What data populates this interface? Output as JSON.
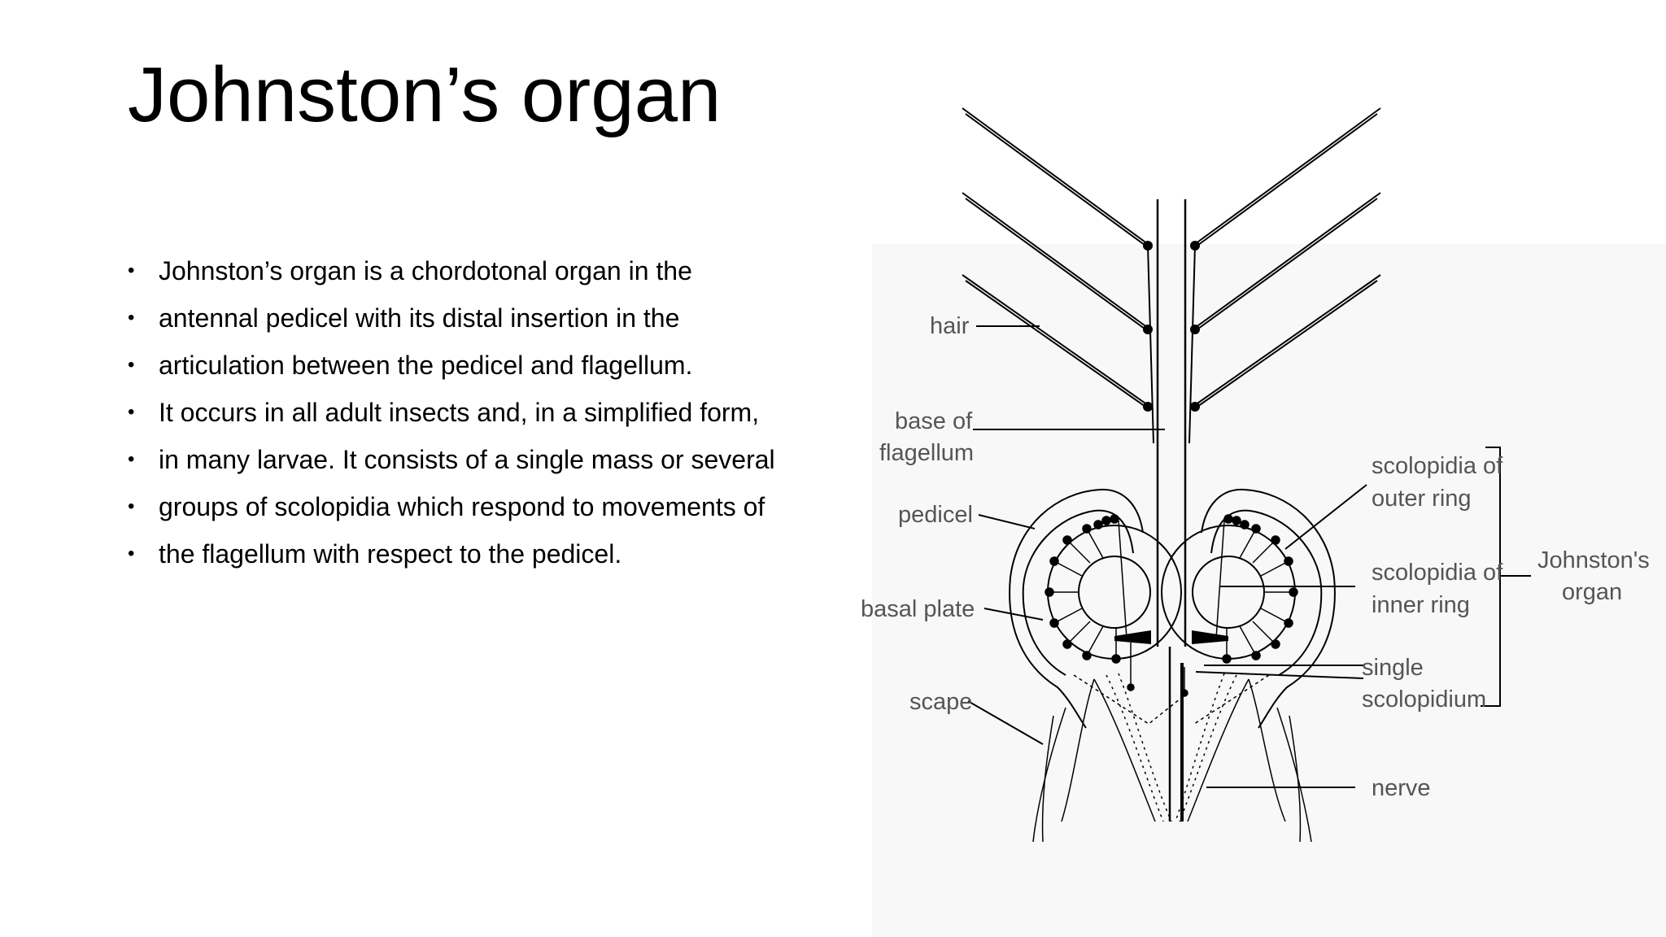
{
  "slide": {
    "title": "Johnston’s organ",
    "bullets": [
      "Johnston’s organ is a chordotonal organ in the",
      "antennal pedicel with its distal insertion in the",
      "articulation between the pedicel and flagellum.",
      " It occurs in all adult insects and, in a simplified form,",
      " in many larvae. It consists of a single mass or several",
      "groups of scolopidia which respond to movements of",
      "the flagellum with respect to the pedicel."
    ]
  },
  "diagram": {
    "labels": {
      "hair": "hair",
      "base_of_flagellum_1": "base of",
      "base_of_flagellum_2": "flagellum",
      "pedicel": "pedicel",
      "basal_plate": "basal plate",
      "scape": "scape",
      "outer_ring_1": "scolopidia of",
      "outer_ring_2": "outer ring",
      "inner_ring_1": "scolopidia of",
      "inner_ring_2": "inner ring",
      "single_1": "single",
      "single_2": "scolopidium",
      "nerve": "nerve",
      "johnstons_1": "Johnston's",
      "johnstons_2": "organ"
    }
  }
}
